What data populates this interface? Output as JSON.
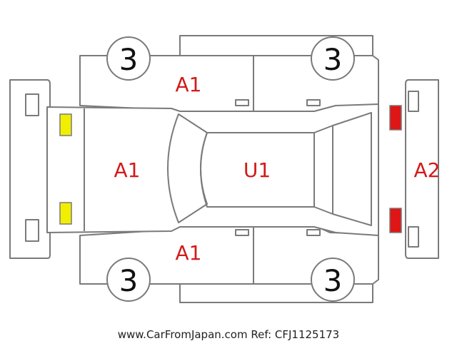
{
  "colors": {
    "mark_text": "#d21a1a",
    "light_front": "#f2ee00",
    "light_rear": "#e01515",
    "outline": "#7a7a7a"
  },
  "wheels": {
    "front_left": "3",
    "rear_left": "3",
    "front_right": "3",
    "rear_right": "3"
  },
  "damage_marks": {
    "hood": "A1",
    "roof": "U1",
    "rear_bumper": "A2",
    "upper_side": "A1",
    "lower_side": "A1"
  },
  "footer": {
    "text": "www.CarFromJapan.com Ref: CFJ1125173"
  }
}
